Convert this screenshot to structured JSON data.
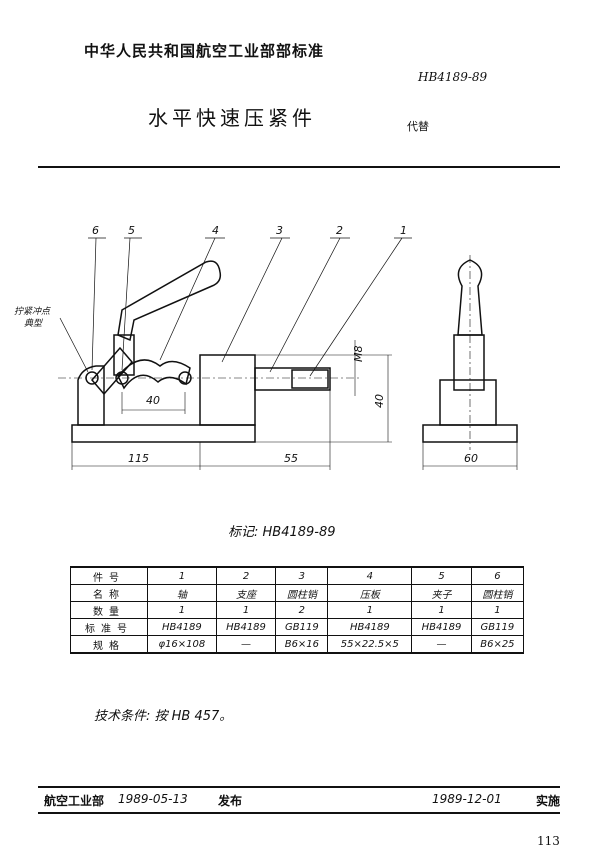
{
  "header": {
    "organization": "中华人民共和国航空工业部部标准",
    "standard_number": "HB4189-89",
    "title": "水平快速压紧件",
    "replaces": "代替"
  },
  "drawing": {
    "part_callouts": [
      "6",
      "5",
      "4",
      "3",
      "2",
      "1"
    ],
    "note_line1": "拧紧冲点",
    "note_line2": "典型",
    "dim_40_horizontal": "40",
    "dim_M8": "M8",
    "dim_40_vertical": "40",
    "dim_115": "115",
    "dim_55": "55",
    "dim_60": "60"
  },
  "marking": "标记: HB4189-89",
  "parts_table": {
    "rows": [
      {
        "label": "件号",
        "cells": [
          "1",
          "2",
          "3",
          "4",
          "5",
          "6"
        ]
      },
      {
        "label": "名称",
        "cells": [
          "轴",
          "支座",
          "圆柱销",
          "压板",
          "夹子",
          "圆柱销"
        ]
      },
      {
        "label": "数量",
        "cells": [
          "1",
          "1",
          "2",
          "1",
          "1",
          "1"
        ]
      },
      {
        "label": "标准号",
        "cells": [
          "HB4189",
          "HB4189",
          "GB119",
          "HB4189",
          "HB4189",
          "GB119"
        ]
      },
      {
        "label": "规格",
        "cells": [
          "φ16×108",
          "—",
          "B6×16",
          "55×22.5×5",
          "—",
          "B6×25"
        ]
      }
    ]
  },
  "technical_conditions": "技术条件:  按 HB 457。",
  "footer": {
    "issuer": "航空工业部",
    "issue_date": "1989-05-13",
    "issued": "发布",
    "effective_date": "1989-12-01",
    "effective": "实施",
    "page_number": "113"
  }
}
